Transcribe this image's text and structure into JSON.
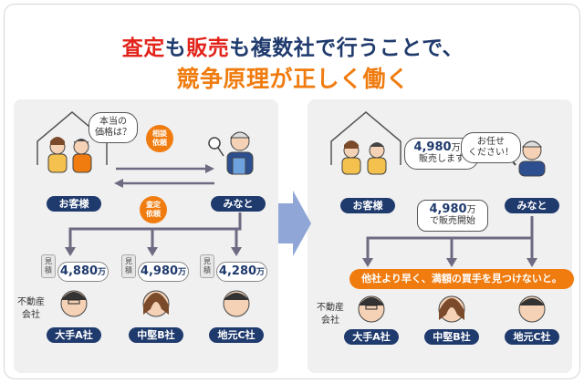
{
  "headline": {
    "line1_red": "査定",
    "line1_a": "も",
    "line1_red2": "販売",
    "line1_b": "も複数社で行うことで、",
    "line2": "競争原理が正しく働く"
  },
  "left": {
    "customer_label": "お客様",
    "agent_label": "みなと",
    "bubble_line1": "本当の",
    "bubble_line2": "価格は？",
    "tag_consult_1": "相談",
    "tag_consult_2": "依頼",
    "tag_assess_1": "査定",
    "tag_assess_2": "依頼",
    "mitsumori": "見積",
    "fudosan_1": "不動産",
    "fudosan_2": "会社",
    "companies": [
      {
        "name": "大手A社",
        "quote": "4,880",
        "unit": "万"
      },
      {
        "name": "中堅B社",
        "quote": "4,980",
        "unit": "万"
      },
      {
        "name": "地元C社",
        "quote": "4,280",
        "unit": "万"
      }
    ]
  },
  "right": {
    "customer_label": "お客様",
    "agent_label": "みなと",
    "customer_bubble_price": "4,980",
    "customer_bubble_unit": "万で",
    "customer_bubble_line2": "販売します",
    "agent_bubble_1": "お任せ",
    "agent_bubble_2": "ください！",
    "center_price": "4,980",
    "center_unit": "万",
    "center_line2": "で販売開始",
    "banner": "他社より早く、満額の買手を見つけないと。",
    "fudosan_1": "不動産",
    "fudosan_2": "会社",
    "companies": [
      {
        "name": "大手A社"
      },
      {
        "name": "中堅B社"
      },
      {
        "name": "地元C社"
      }
    ]
  },
  "colors": {
    "red": "#e2231a",
    "navy": "#1f3a6d",
    "orange": "#f07c10",
    "gray_arrow": "#6e6a82",
    "transition_arrow": "#8fa6d6"
  }
}
